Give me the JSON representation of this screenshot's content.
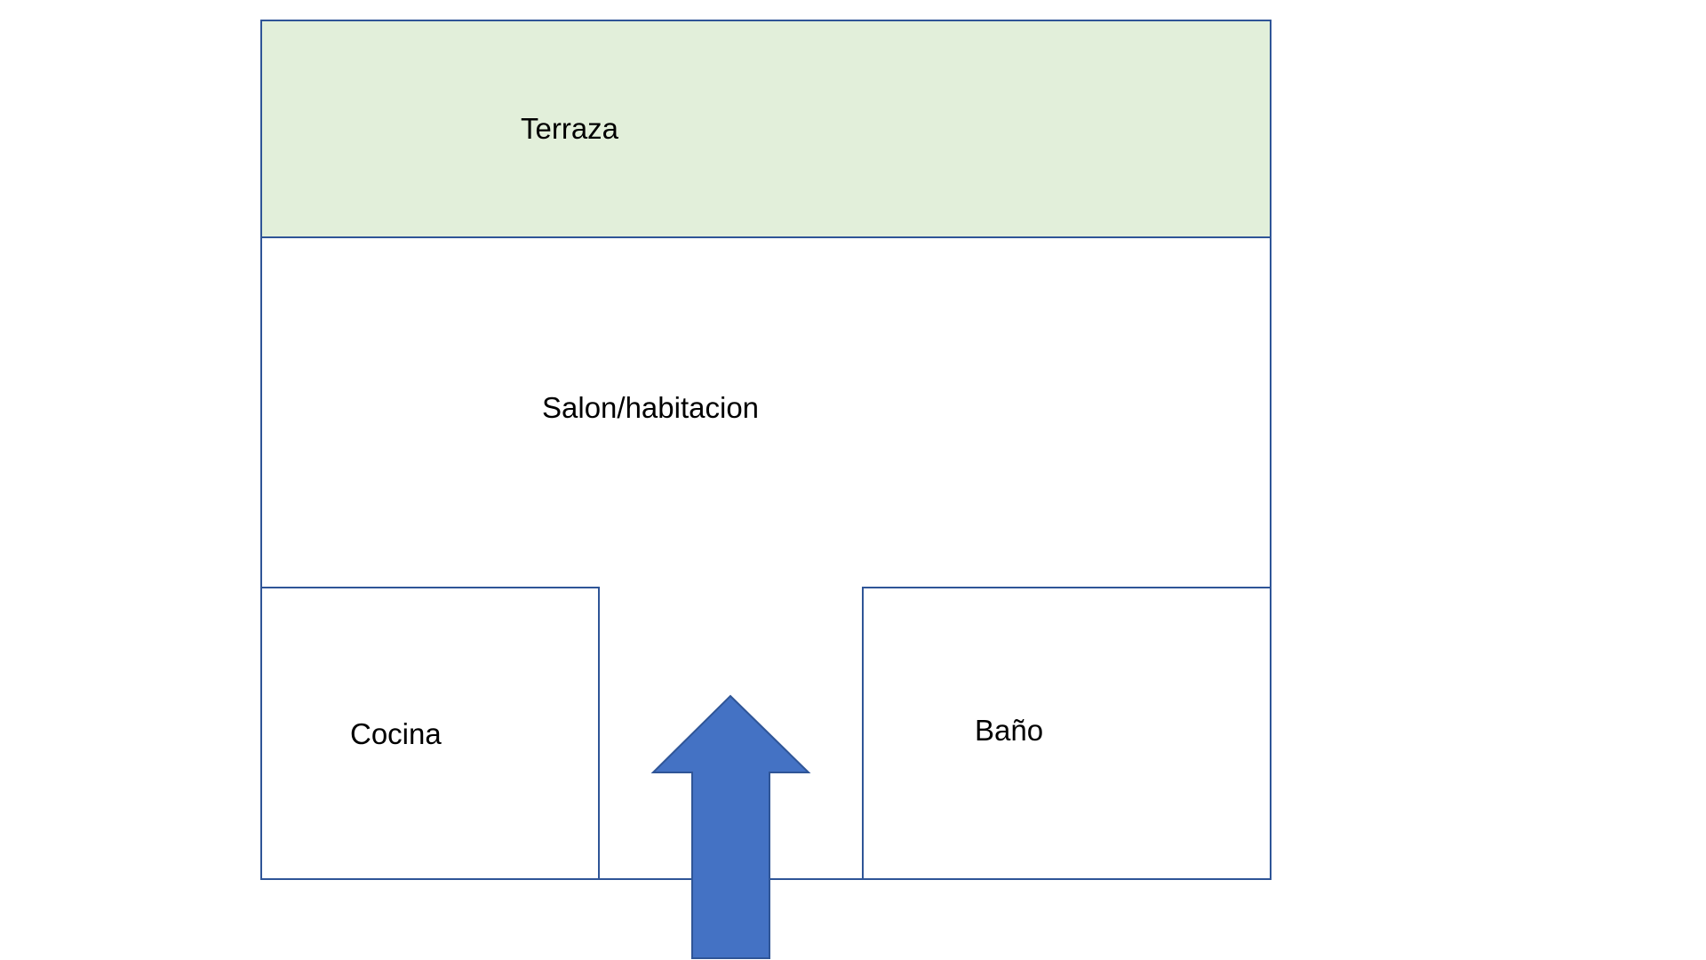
{
  "rooms": {
    "terrace": {
      "label": "Terraza"
    },
    "living": {
      "label": "Salon/habitacion"
    },
    "kitchen": {
      "label": "Cocina"
    },
    "bathroom": {
      "label": "Baño"
    }
  },
  "colors": {
    "wall": "#2f5597",
    "terrace_fill": "#e2efda",
    "room_fill": "#ffffff",
    "arrow_fill": "#4472c4",
    "arrow_stroke": "#2f5597"
  },
  "icons": {
    "entrance": "up-arrow-icon"
  }
}
